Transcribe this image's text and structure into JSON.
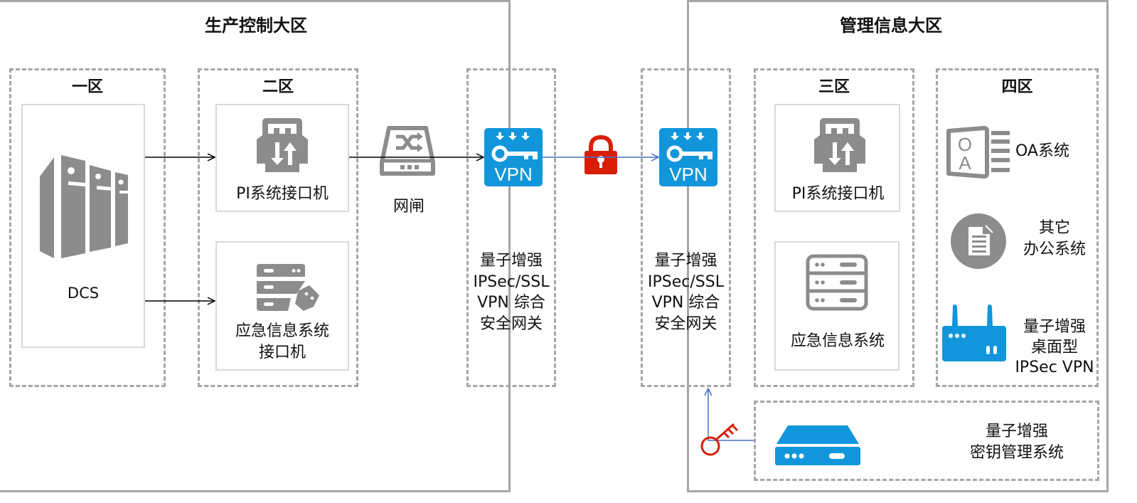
{
  "regions": {
    "production": {
      "title": "生产控制大区"
    },
    "management": {
      "title": "管理信息大区"
    }
  },
  "zones": {
    "zone1": {
      "title": "一区",
      "device": {
        "label": "DCS",
        "icon": "server-rack-icon"
      }
    },
    "zone2": {
      "title": "二区",
      "devices": [
        {
          "label": "PI系统接口机",
          "icon": "interface-plug-icon"
        },
        {
          "label": "应急信息系统\n接口机",
          "icon": "server-plug-icon"
        }
      ]
    },
    "gatekeeper": {
      "label": "网闸",
      "icon": "gatekeeper-icon"
    },
    "vpn_left": {
      "label": "量子增强\nIPSec/SSL\nVPN 综合\n安全网关",
      "icon_text": "VPN"
    },
    "vpn_right": {
      "label": "量子增强\nIPSec/SSL\nVPN 综合\n安全网关",
      "icon_text": "VPN"
    },
    "zone3": {
      "title": "三区",
      "devices": [
        {
          "label": "PI系统接口机",
          "icon": "interface-plug-icon"
        },
        {
          "label": "应急信息系统",
          "icon": "server-stack-icon"
        }
      ]
    },
    "zone4": {
      "title": "四区",
      "items": [
        {
          "label": "OA系统",
          "icon": "oa-document-icon"
        },
        {
          "label": "其它\n办公系统",
          "icon": "document-circle-icon"
        },
        {
          "label": "量子增强\n桌面型\nIPSec VPN",
          "icon": "router-icon"
        }
      ]
    },
    "kms": {
      "label": "量子增强\n密钥管理系统",
      "icon": "key-server-icon"
    }
  },
  "links": [
    {
      "from": "DCS",
      "to": "PI系统接口机",
      "color": "#000000"
    },
    {
      "from": "DCS",
      "to": "应急信息系统接口机",
      "color": "#000000"
    },
    {
      "from": "PI系统接口机",
      "to": "VPN网关(左)",
      "via": "网闸",
      "color": "#000000"
    },
    {
      "from": "VPN网关(左)",
      "to": "VPN网关(右)",
      "via": "加密隧道",
      "color": "#4472c4"
    },
    {
      "from": "密钥管理系统",
      "to": "VPN网关(右)",
      "via": "密钥",
      "color": "#4472c4"
    }
  ],
  "colors": {
    "border": "#a6a6a6",
    "card_border": "#d9d9d9",
    "icon_gray": "#8c8c8c",
    "vpn_blue": "#1296db",
    "lock_red": "#d81e06",
    "link_blue": "#4472c4"
  }
}
